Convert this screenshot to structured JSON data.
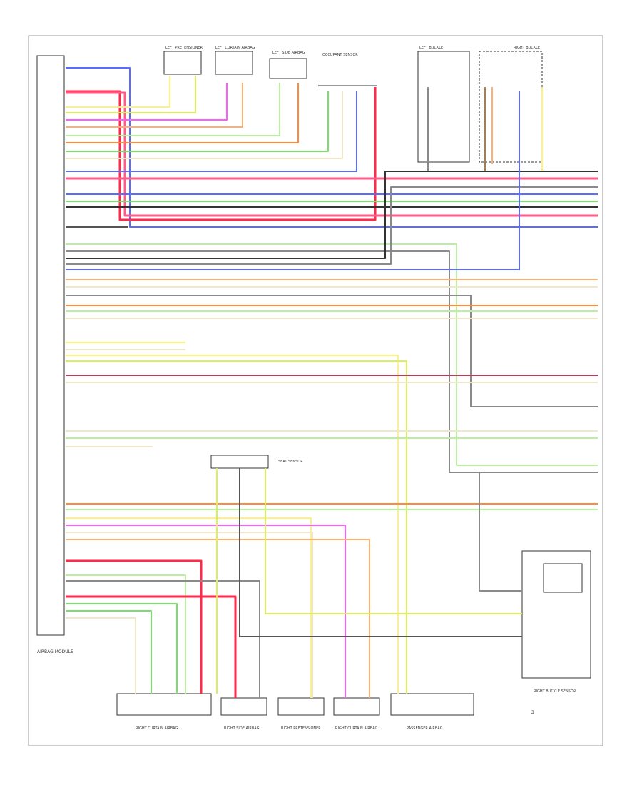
{
  "wire_colors": {
    "pink": "#ff5c8a",
    "red": "#ff2a4a",
    "blue": "#5a6cff",
    "yellow": "#fff27a",
    "yellow_green": "#d8f05a",
    "green": "#76e06a",
    "light_green": "#b8f0a0",
    "orange": "#ffb070",
    "dark_orange": "#ff8a3a",
    "magenta": "#ff5cff",
    "gray": "#8a8a8a",
    "dark_gray": "#555555",
    "black": "#333333",
    "tan": "#efe7c8",
    "brown": "#b07a40",
    "light_gray": "#cfcfcf",
    "maroon": "#b0405a",
    "violet": "#b08aff"
  },
  "blocks": {
    "main_module_caption": "AIRBAG MODULE",
    "left_pretensioner": "LEFT PRETENSIONER",
    "left_curtain_airbag": "LEFT CURTAIN AIRBAG",
    "left_side_airbag": "LEFT SIDE AIRBAG",
    "occupant_sensor": "OCCUPANT SENSOR",
    "left_buckle": "LEFT BUCKLE",
    "right_buckle": "RIGHT BUCKLE",
    "right_curtain_airbag_bottom": "RIGHT CURTAIN AIRBAG",
    "right_side_airbag": "RIGHT SIDE AIRBAG",
    "right_pretensioner": "RIGHT PRETENSIONER",
    "right_curtain_airbag_inflator": "RIGHT CURTAIN AIRBAG",
    "passenger_airbag": "PASSENGER AIRBAG",
    "right_buckle_sensor": "RIGHT BUCKLE SENSOR",
    "seat_sensor": "SEAT SENSOR",
    "footer_code": "",
    "ground_label": "G"
  }
}
